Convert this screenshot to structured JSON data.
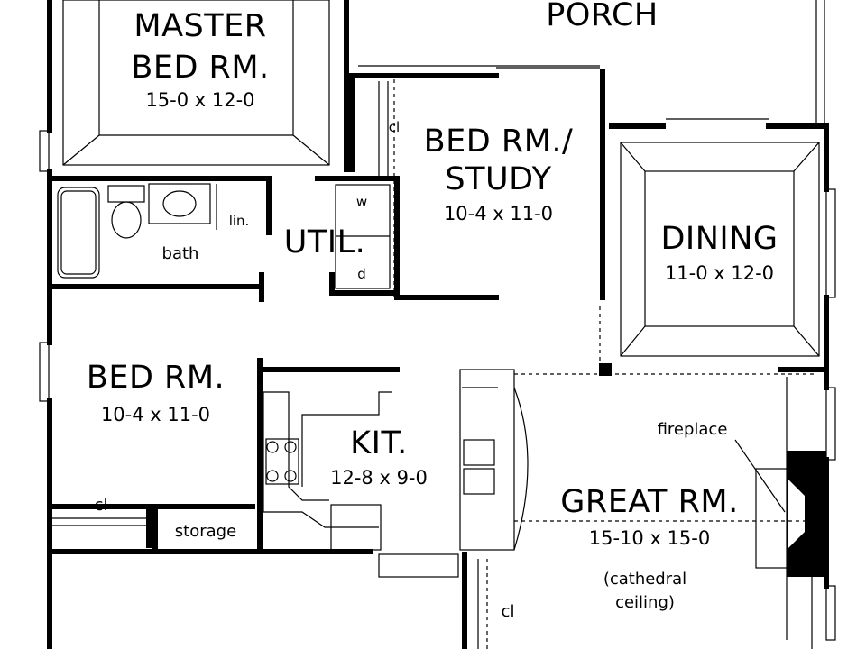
{
  "rooms": {
    "master": {
      "name_line1": "MASTER",
      "name_line2": "BED RM.",
      "size": "15-0  x  12-0"
    },
    "porch": {
      "name": "PORCH"
    },
    "bed_study": {
      "name_line1": "BED RM./",
      "name_line2": "STUDY",
      "size": "10-4  x  11-0"
    },
    "dining": {
      "name": "DINING",
      "size": "11-0  x  12-0"
    },
    "util": {
      "name": "UTIL."
    },
    "bedroom": {
      "name": "BED RM.",
      "size": "10-4  x  11-0"
    },
    "kitchen": {
      "name": "KIT.",
      "size": "12-8  x  9-0"
    },
    "great_room": {
      "name": "GREAT RM.",
      "size": "15-10  x  15-0",
      "note_line1": "(cathedral",
      "note_line2": "ceiling)"
    }
  },
  "labels": {
    "bath": "bath",
    "linen": "lin.",
    "closet_study": "cl",
    "closet_bed": "cl",
    "closet_great": "cl",
    "storage": "storage",
    "fireplace": "fireplace",
    "washer": "w",
    "dryer": "d"
  }
}
